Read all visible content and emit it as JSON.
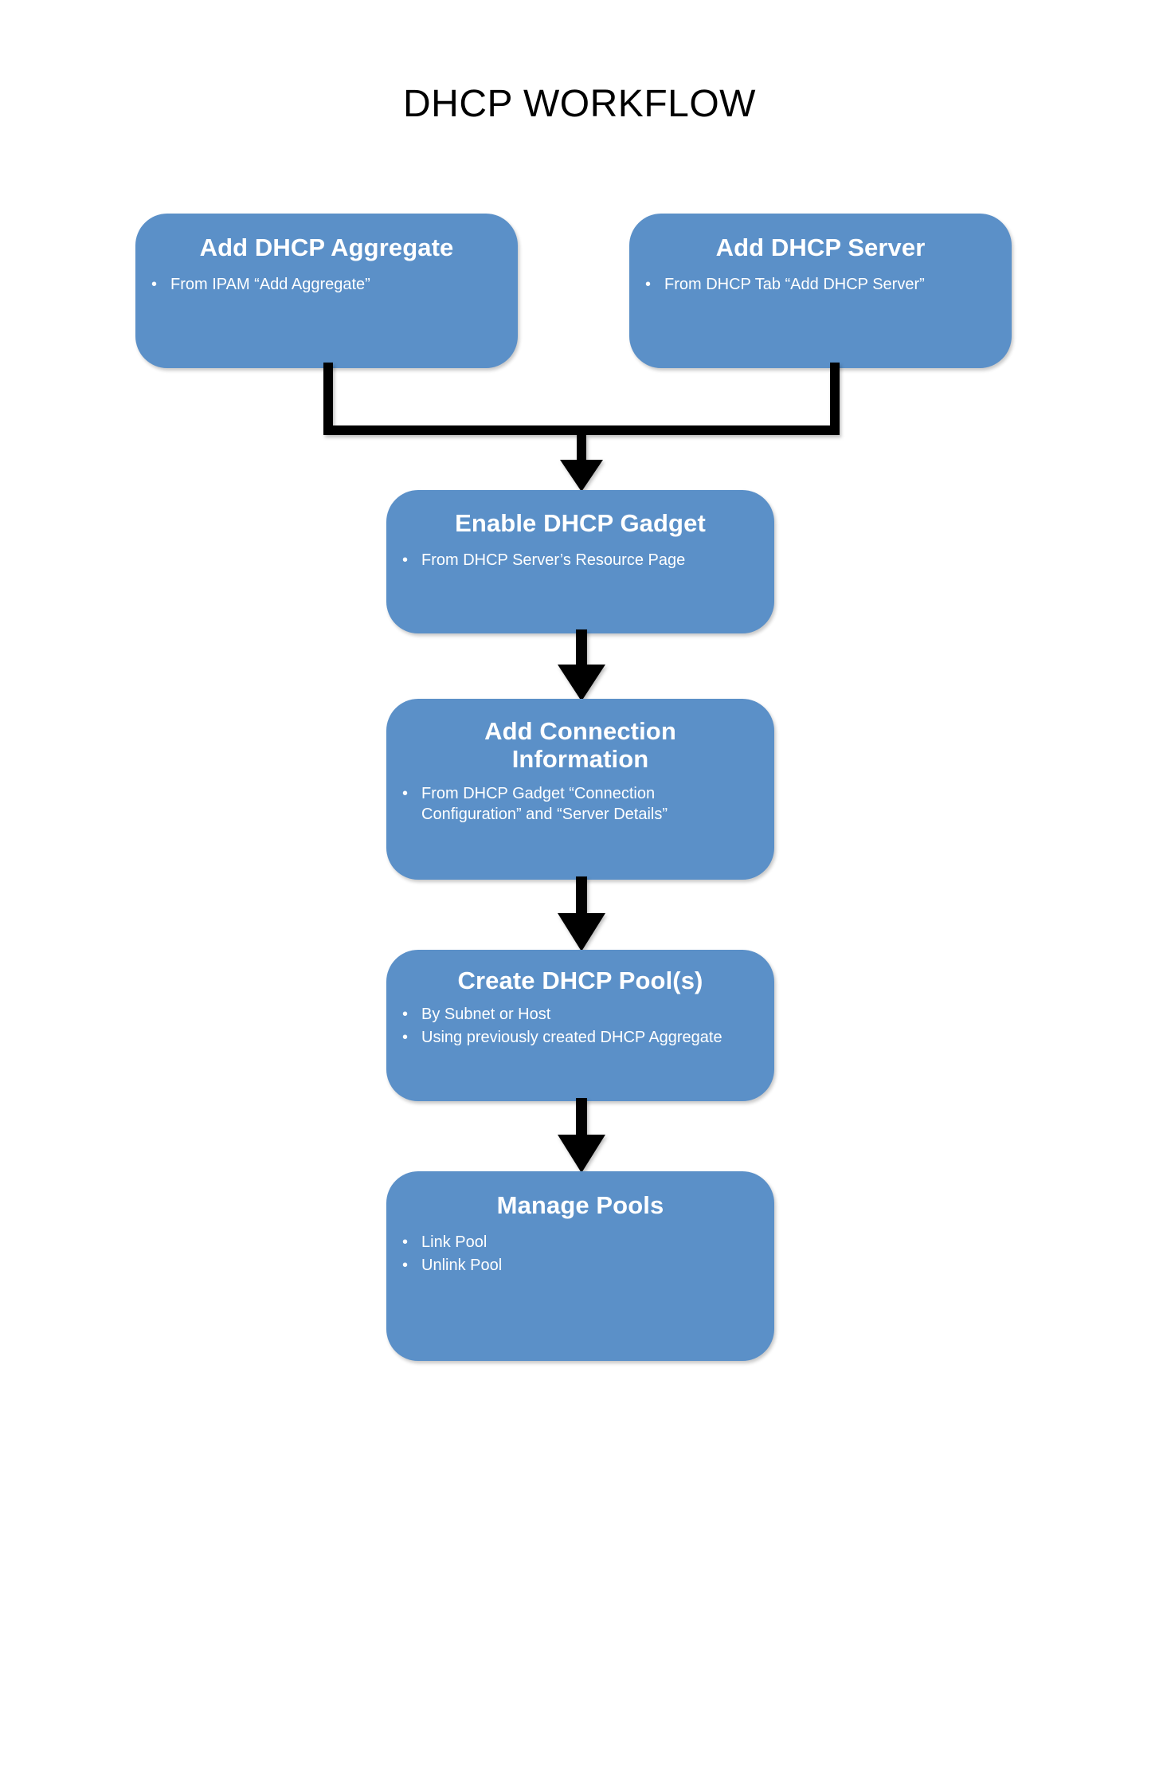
{
  "page": {
    "title": "DHCP WORKFLOW",
    "background_color": "#ffffff",
    "node_color": "#5b90c8",
    "node_text_color": "#ffffff",
    "connector_color": "#000000"
  },
  "diagram": {
    "type": "flowchart",
    "orientation": "top-to-bottom",
    "nodes": [
      {
        "id": "add-dhcp-aggregate",
        "title": "Add DHCP Aggregate",
        "bullets": [
          "From  IPAM “Add Aggregate”"
        ]
      },
      {
        "id": "add-dhcp-server",
        "title": "Add DHCP Server",
        "bullets": [
          "From  DHCP Tab “Add DHCP Server”"
        ]
      },
      {
        "id": "enable-dhcp-gadget",
        "title": "Enable DHCP Gadget",
        "bullets": [
          "From  DHCP Server’s Resource Page"
        ]
      },
      {
        "id": "add-connection-information",
        "title_line1": "Add Connection",
        "title_line2": "Information",
        "bullets": [
          "From  DHCP Gadget “Connection Configuration” and “Server Details”"
        ]
      },
      {
        "id": "create-dhcp-pools",
        "title": "Create DHCP Pool(s)",
        "bullets": [
          "By Subnet or Host",
          "Using previously created DHCP Aggregate"
        ]
      },
      {
        "id": "manage-pools",
        "title": "Manage Pools",
        "bullets": [
          "Link Pool",
          "Unlink Pool"
        ]
      }
    ],
    "edges": [
      {
        "from": "add-dhcp-aggregate",
        "to": "enable-dhcp-gadget",
        "style": "elbow-merge-arrow"
      },
      {
        "from": "add-dhcp-server",
        "to": "enable-dhcp-gadget",
        "style": "elbow-merge-arrow"
      },
      {
        "from": "enable-dhcp-gadget",
        "to": "add-connection-information",
        "style": "straight-arrow"
      },
      {
        "from": "add-connection-information",
        "to": "create-dhcp-pools",
        "style": "straight-arrow"
      },
      {
        "from": "create-dhcp-pools",
        "to": "manage-pools",
        "style": "straight-arrow"
      }
    ],
    "bullet_glyph": "•"
  }
}
